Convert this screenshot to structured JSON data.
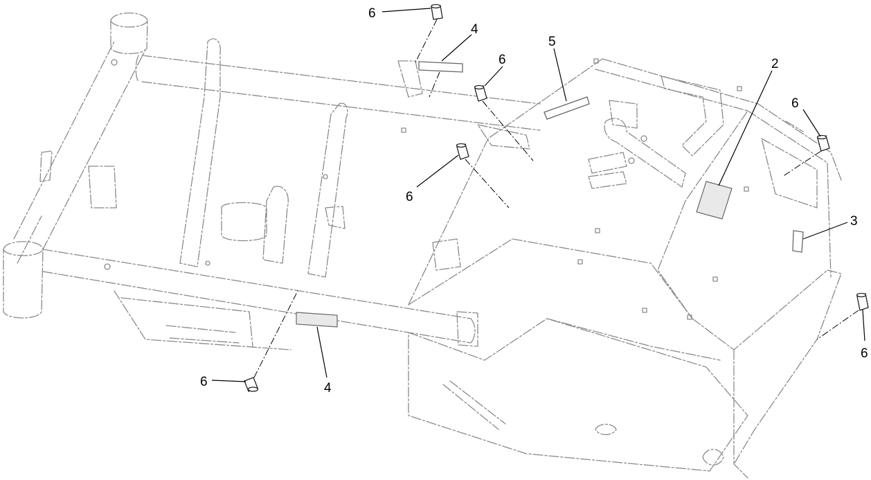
{
  "callouts": {
    "c1": "6",
    "c2": "4",
    "c3": "6",
    "c4": "5",
    "c5": "2",
    "c6": "6",
    "c7": "6",
    "c8": "3",
    "c9": "6",
    "c10": "6",
    "c11": "4"
  }
}
